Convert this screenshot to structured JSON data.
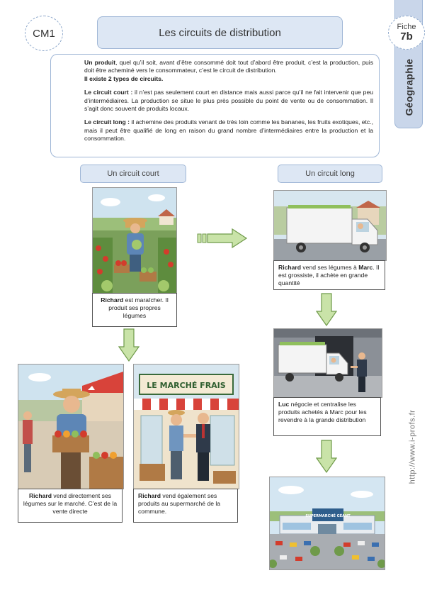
{
  "header": {
    "badge": "CM1",
    "title": "Les circuits de distribution",
    "fiche_label": "Fiche",
    "fiche_number": "7b",
    "subject": "Géographie"
  },
  "intro": {
    "p1_bold": "Un produit",
    "p1_text": ", quel qu’il soit, avant d’être consommé doit tout d’abord être produit, c’est la production, puis doit être acheminé vers le consommateur, c’est le circuit de distribution.",
    "p1_bold2": "Il existe 2 types de circuits.",
    "p2_bold": "Le circuit court :",
    "p2_text": " il n’est pas seulement court en distance mais aussi parce qu’il ne fait intervenir que peu d’intermédiaires. La production se situe le plus près possible du point de vente ou de consommation. Il s’agit donc souvent de produits locaux.",
    "p3_bold": "Le circuit long :",
    "p3_text": " il achemine des produits venant de très loin comme les bananes, les fruits exotiques, etc., mais il peut être qualifié de long en raison du grand nombre d’intermédiaires entre la production et la consommation."
  },
  "short_circuit": {
    "label": "Un circuit court",
    "step1_bold": "Richard",
    "step1_text": " est maraîcher. Il produit ses propres légumes",
    "step2_bold": "Richard",
    "step2_text": " vend directement ses légumes sur le marché. C’est de la vente directe",
    "step3_bold": "Richard",
    "step3_text": " vend également ses produits au supermarché de la commune.",
    "market_sign": "LE MARCHÉ FRAIS"
  },
  "long_circuit": {
    "label": "Un circuit long",
    "step1_bold": "Richard",
    "step1_mid": " vend ses légumes à ",
    "step1_bold2": "Marc",
    "step1_text": ". Il est grossiste, il achète en grande quantité",
    "step2_bold": "Luc",
    "step2_text": " négocie et centralise les produits achetés à Marc pour les revendre à la grande distribution",
    "store_sign": "SUPERMARCHÉ GÉANT"
  },
  "footer": {
    "url": "http://www.i-profs.fr"
  },
  "colors": {
    "accent_blue": "#dde7f4",
    "border_blue": "#9fb6d6",
    "arrow_green": "#c9e3a8",
    "arrow_border": "#6f9a4a"
  }
}
